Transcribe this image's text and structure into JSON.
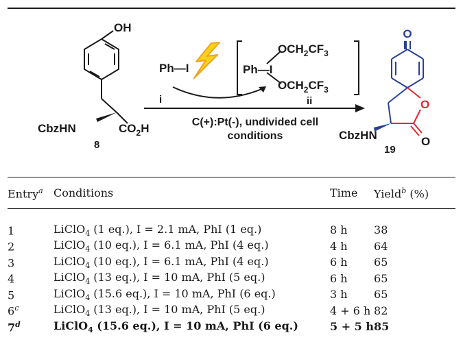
{
  "scheme": {
    "reactant_number": "8",
    "product_number": "19",
    "reagent_i": "i",
    "intermediate_ii": "ii",
    "conditions_line1": "C(+):Pt(-), undivided cell",
    "conditions_line2": "conditions",
    "labels": {
      "oh": "OH",
      "cbzhn": "CbzHN",
      "co2h_main": "CO",
      "co2h_sub": "2",
      "co2h_tail": "H",
      "phi": "Ph—I",
      "ph_int": "Ph—I",
      "och2cf3_a": "OCH",
      "och2cf3_sub1": "2",
      "och2cf3_b": "CF",
      "och2cf3_sub2": "3",
      "o_ketone": "O",
      "o_ring": "O",
      "o_lactone": "O"
    }
  },
  "table": {
    "headers": {
      "entry": "Entry",
      "entry_mark": "a",
      "conditions": "Conditions",
      "time": "Time",
      "yield": "Yield",
      "yield_mark": "b",
      "yield_unit": " (%)"
    },
    "rows": [
      {
        "entry": "1",
        "mark": "",
        "salt": "LiClO",
        "sub": "4",
        "params": " (1 eq.), I = 2.1 mA, PhI (1 eq.)",
        "time": "8 h",
        "yield": "38",
        "bold": false
      },
      {
        "entry": "2",
        "mark": "",
        "salt": "LiClO",
        "sub": "4",
        "params": " (10 eq.), I = 6.1 mA, PhI (4 eq.)",
        "time": "4 h",
        "yield": "64",
        "bold": false
      },
      {
        "entry": "3",
        "mark": "",
        "salt": "LiClO",
        "sub": "4",
        "params": " (10 eq.), I = 6.1 mA, PhI (4 eq.)",
        "time": "6 h",
        "yield": "65",
        "bold": false
      },
      {
        "entry": "4",
        "mark": "",
        "salt": "LiClO",
        "sub": "4",
        "params": " (13 eq.), I = 10 mA, PhI (5 eq.)",
        "time": "6 h",
        "yield": "65",
        "bold": false
      },
      {
        "entry": "5",
        "mark": "",
        "salt": "LiClO",
        "sub": "4",
        "params": " (15.6 eq.), I = 10 mA, PhI (6 eq.)",
        "time": "3 h",
        "yield": "65",
        "bold": false
      },
      {
        "entry": "6",
        "mark": "c",
        "salt": "LiClO",
        "sub": "4",
        "params": " (13 eq.), I = 10 mA, PhI (5 eq.)",
        "time": "4 + 6 h",
        "yield": "82",
        "bold": false
      },
      {
        "entry": "7",
        "mark": "d",
        "salt": "LiClO",
        "sub": "4",
        "params": " (15.6 eq.), I = 10 mA, PhI (6 eq.)",
        "time": "5 + 5 h",
        "yield": "85",
        "bold": true
      }
    ]
  },
  "colors": {
    "text": "#1a1a1a",
    "product_blue": "#2a3f9a",
    "lactone_red": "#e8262b",
    "bolt_yellow": "#f7d21c",
    "bolt_orange": "#f3a21b"
  }
}
